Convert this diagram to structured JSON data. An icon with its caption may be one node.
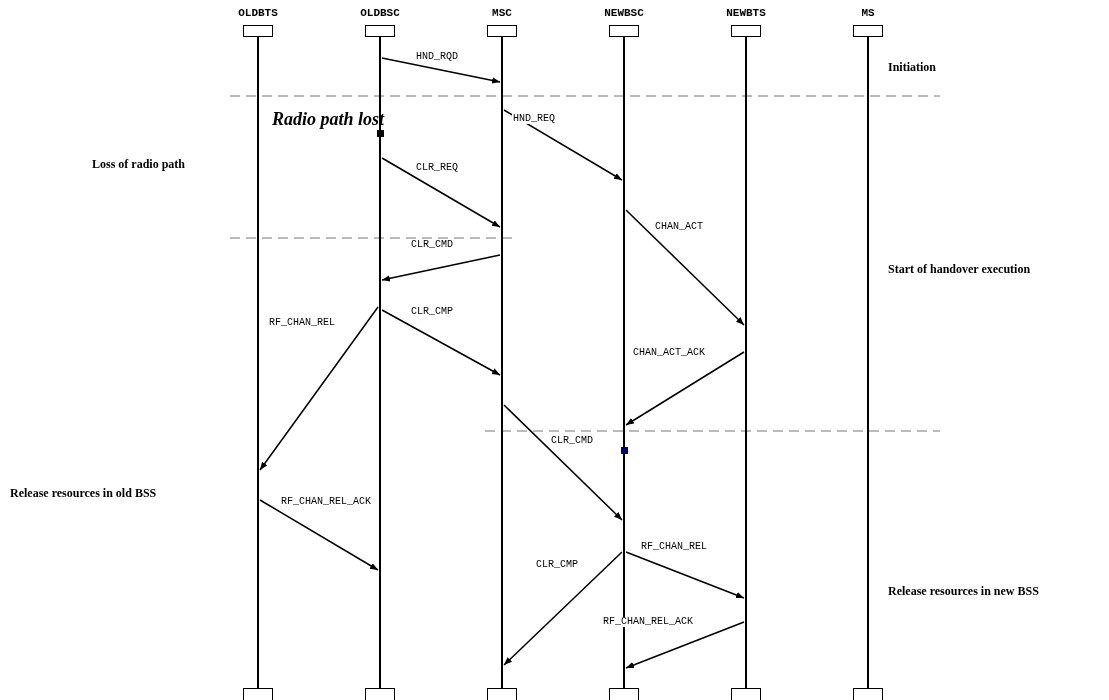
{
  "diagram": {
    "nodes": [
      {
        "text": [
          "OLDBTS"
        ]
      },
      {
        "text": [
          "OLDBSC"
        ]
      },
      {
        "text": [
          "MSC"
        ]
      },
      {
        "text": [
          "NEWBSC"
        ]
      },
      {
        "text": [
          "NEWBTS"
        ]
      },
      {
        "text": [
          "MS"
        ]
      }
    ],
    "edges": [
      {
        "from": 1,
        "to": 2,
        "arrow": "to",
        "label": "HND_RQD"
      },
      {
        "from": 2,
        "to": 3,
        "arrow": "to",
        "label": "HND_REQ"
      },
      {
        "from": 1,
        "to": 2,
        "arrow": "to",
        "label": "CLR_REQ"
      },
      {
        "from": 3,
        "to": 4,
        "arrow": "to",
        "label": "CHAN_ACT"
      },
      {
        "from": 2,
        "to": 1,
        "arrow": "to",
        "label": "CLR_CMD"
      },
      {
        "from": 1,
        "to": 0,
        "arrow": "to",
        "label": "RF_CHAN_REL"
      },
      {
        "from": 1,
        "to": 2,
        "arrow": "to",
        "label": "CLR_CMP"
      },
      {
        "from": 4,
        "to": 3,
        "arrow": "to",
        "label": "CHAN_ACT_ACK"
      },
      {
        "from": 2,
        "to": 3,
        "arrow": "to",
        "label": "CLR_CMD"
      },
      {
        "from": 0,
        "to": 1,
        "arrow": "to",
        "label": "RF_CHAN_REL_ACK"
      },
      {
        "from": 3,
        "to": 4,
        "arrow": "to",
        "label": "RF_CHAN_REL"
      },
      {
        "from": 3,
        "to": 2,
        "arrow": "to",
        "label": "CLR_CMP"
      },
      {
        "from": 4,
        "to": 3,
        "arrow": "to",
        "label": "RF_CHAN_REL_ACK"
      }
    ],
    "labels": [
      "Initiation",
      "Radio path lost",
      "Loss of radio path",
      "Start of handover execution",
      "Release resources in old BSS",
      "Release resources in new BSS"
    ]
  }
}
